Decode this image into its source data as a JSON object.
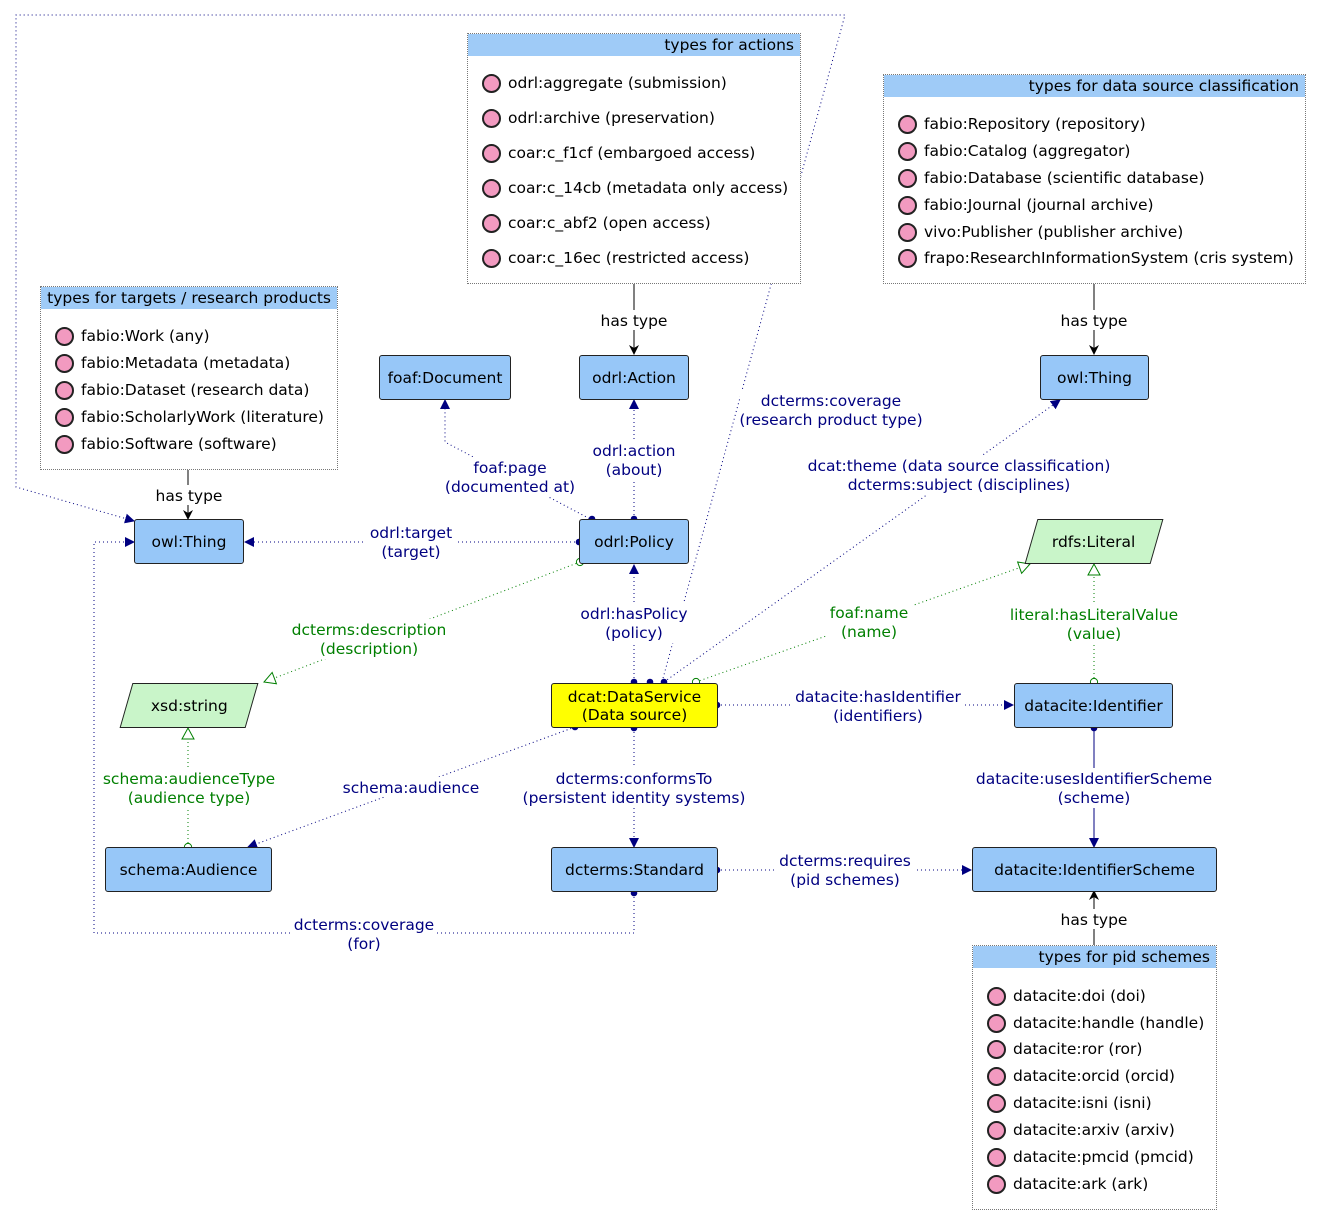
{
  "panels": {
    "actions": {
      "title": "types for actions",
      "items": [
        "odrl:aggregate (submission)",
        "odrl:archive (preservation)",
        "coar:c_f1cf (embargoed access)",
        "coar:c_14cb (metadata only access)",
        "coar:c_abf2 (open access)",
        "coar:c_16ec (restricted access)"
      ]
    },
    "classification": {
      "title": "types for data source classification",
      "items": [
        "fabio:Repository (repository)",
        "fabio:Catalog (aggregator)",
        "fabio:Database (scientific database)",
        "fabio:Journal (journal archive)",
        "vivo:Publisher (publisher archive)",
        "frapo:ResearchInformationSystem (cris system)"
      ]
    },
    "targets": {
      "title": "types for targets / research products",
      "items": [
        "fabio:Work (any)",
        "fabio:Metadata (metadata)",
        "fabio:Dataset (research data)",
        "fabio:ScholarlyWork (literature)",
        "fabio:Software (software)"
      ]
    },
    "pid": {
      "title": "types for pid schemes",
      "items": [
        "datacite:doi (doi)",
        "datacite:handle (handle)",
        "datacite:ror (ror)",
        "datacite:orcid (orcid)",
        "datacite:isni (isni)",
        "datacite:arxiv (arxiv)",
        "datacite:pmcid (pmcid)",
        "datacite:ark (ark)"
      ]
    }
  },
  "nodes": {
    "foaf_document": "foaf:Document",
    "odrl_action": "odrl:Action",
    "owl_thing_right": "owl:Thing",
    "owl_thing_left": "owl:Thing",
    "odrl_policy": "odrl:Policy",
    "rdfs_literal": "rdfs:Literal",
    "xsd_string": "xsd:string",
    "data_service": "dcat:DataService\n(Data source)",
    "datacite_identifier": "datacite:Identifier",
    "schema_audience": "schema:Audience",
    "dcterms_standard": "dcterms:Standard",
    "identifier_scheme": "datacite:IdentifierScheme"
  },
  "edges": {
    "has_type_actions": "has type",
    "has_type_classification": "has type",
    "has_type_targets": "has type",
    "has_type_pid": "has type",
    "foaf_page": [
      "foaf:page",
      "(documented at)"
    ],
    "odrl_action": [
      "odrl:action",
      "(about)"
    ],
    "dcterms_coverage_top": [
      "dcterms:coverage",
      "(research product type)"
    ],
    "dcat_theme": [
      "dcat:theme (data source classification)",
      "dcterms:subject (disciplines)"
    ],
    "odrl_target": [
      "odrl:target",
      "(target)"
    ],
    "dcterms_description": [
      "dcterms:description",
      "(description)"
    ],
    "odrl_has_policy": [
      "odrl:hasPolicy",
      "(policy)"
    ],
    "foaf_name": [
      "foaf:name",
      "(name)"
    ],
    "literal_has_value": [
      "literal:hasLiteralValue",
      "(value)"
    ],
    "has_identifier": [
      "datacite:hasIdentifier",
      "(identifiers)"
    ],
    "audience_type": [
      "schema:audienceType",
      "(audience type)"
    ],
    "schema_audience": [
      "schema:audience"
    ],
    "conforms_to": [
      "dcterms:conformsTo",
      "(persistent identity systems)"
    ],
    "uses_scheme": [
      "datacite:usesIdentifierScheme",
      "(scheme)"
    ],
    "requires": [
      "dcterms:requires",
      "(pid schemes)"
    ],
    "coverage_for": [
      "dcterms:coverage",
      "(for)"
    ]
  },
  "colors": {
    "class_fill": "#97c7f8",
    "datasource_fill": "#ffff00",
    "literal_fill": "#c9f5c9",
    "object_property": "#000080",
    "data_property": "#007f00",
    "individual_fill": "#f29ac0"
  }
}
